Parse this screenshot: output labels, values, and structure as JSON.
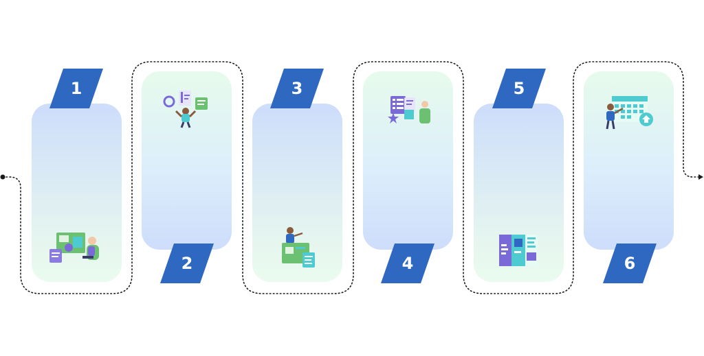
{
  "steps": [
    {
      "number": "1",
      "illustration": "desk-workspace-person-icon"
    },
    {
      "number": "2",
      "illustration": "person-with-charts-icon"
    },
    {
      "number": "3",
      "illustration": "person-pointing-documents-icon"
    },
    {
      "number": "4",
      "illustration": "person-review-board-icon"
    },
    {
      "number": "5",
      "illustration": "document-columns-icon"
    },
    {
      "number": "6",
      "illustration": "person-calendar-icon"
    }
  ],
  "colors": {
    "badge": "#2e68c0",
    "card_blue": "#cdddfb",
    "card_green": "#e8f9ee",
    "connector": "#1a1a1a",
    "illus_purple": "#7a6ad8",
    "illus_teal": "#4ecbd0",
    "illus_green": "#6cc071"
  }
}
